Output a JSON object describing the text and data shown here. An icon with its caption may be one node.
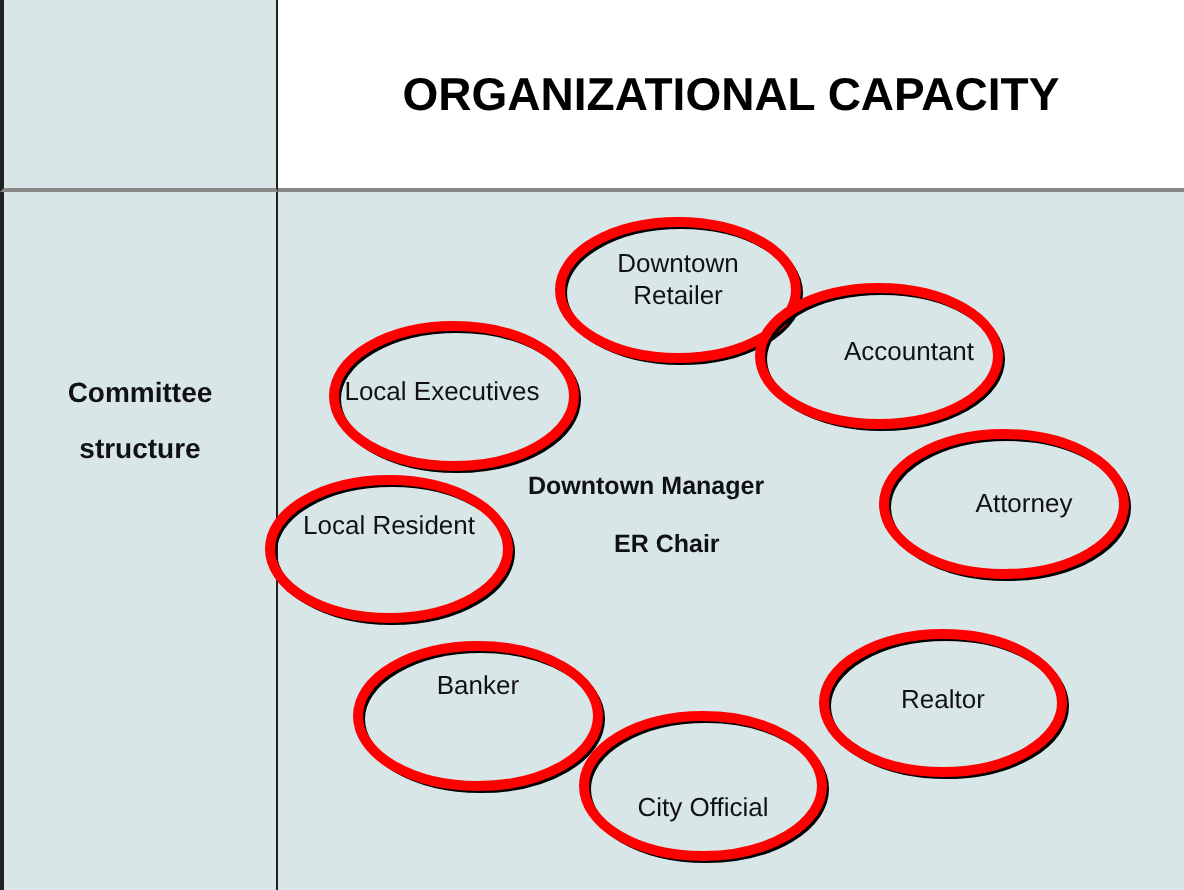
{
  "diagram": {
    "title": "ORGANIZATIONAL CAPACITY",
    "nodes": [
      {
        "text": [
          "Downtown Retailer"
        ]
      },
      {
        "text": [
          "Accountant"
        ]
      },
      {
        "text": [
          "Local Executives"
        ]
      },
      {
        "text": [
          "Attorney"
        ]
      },
      {
        "text": [
          "Local Resident"
        ]
      },
      {
        "text": [
          "Realtor"
        ]
      },
      {
        "text": [
          "Banker"
        ]
      },
      {
        "text": [
          "City Official"
        ]
      }
    ],
    "labels": [
      "Committee structure",
      "Downtown Manager",
      "ER Chair"
    ]
  }
}
